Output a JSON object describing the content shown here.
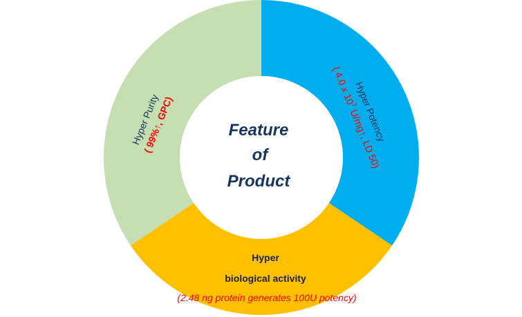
{
  "colors": {
    "purity": "#c5dfb3",
    "potency": "#00aeef",
    "activity": "#ffc000",
    "center": "#ffffff",
    "title_text": "#17365d",
    "accent_red": "#ff0000",
    "dark_text": "#1f1f3f",
    "label_on_blue": "#17365d"
  },
  "center": {
    "line1": "Feature",
    "line2": "of",
    "line3": "Product"
  },
  "segments": {
    "purity": {
      "title": "Hyper Purity",
      "detail": "( 99%↑, GPC)"
    },
    "potency": {
      "title": "Hyper Potency",
      "detail_prefix": "( 4.0 x 10",
      "detail_exp": "7",
      "detail_suffix": " U/mg↑, LD 50)"
    },
    "activity": {
      "line1": "Hyper",
      "line2": "biological activity",
      "detail": "(2.48 ng protein generates 100U potency)"
    }
  }
}
